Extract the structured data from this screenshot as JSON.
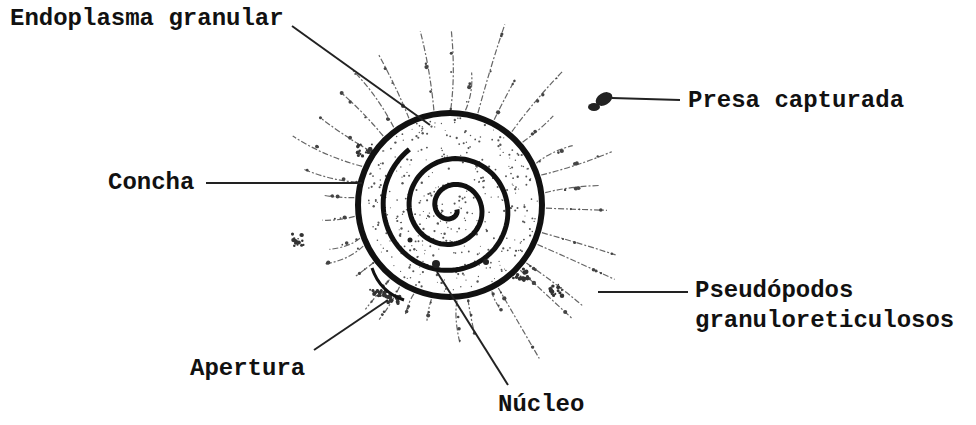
{
  "diagram": {
    "labels": [
      "Endoplasma granular",
      "Presa capturada",
      "Concha",
      "Pseudópodos granuloreticulosos",
      "Apertura",
      "Núcleo"
    ]
  }
}
